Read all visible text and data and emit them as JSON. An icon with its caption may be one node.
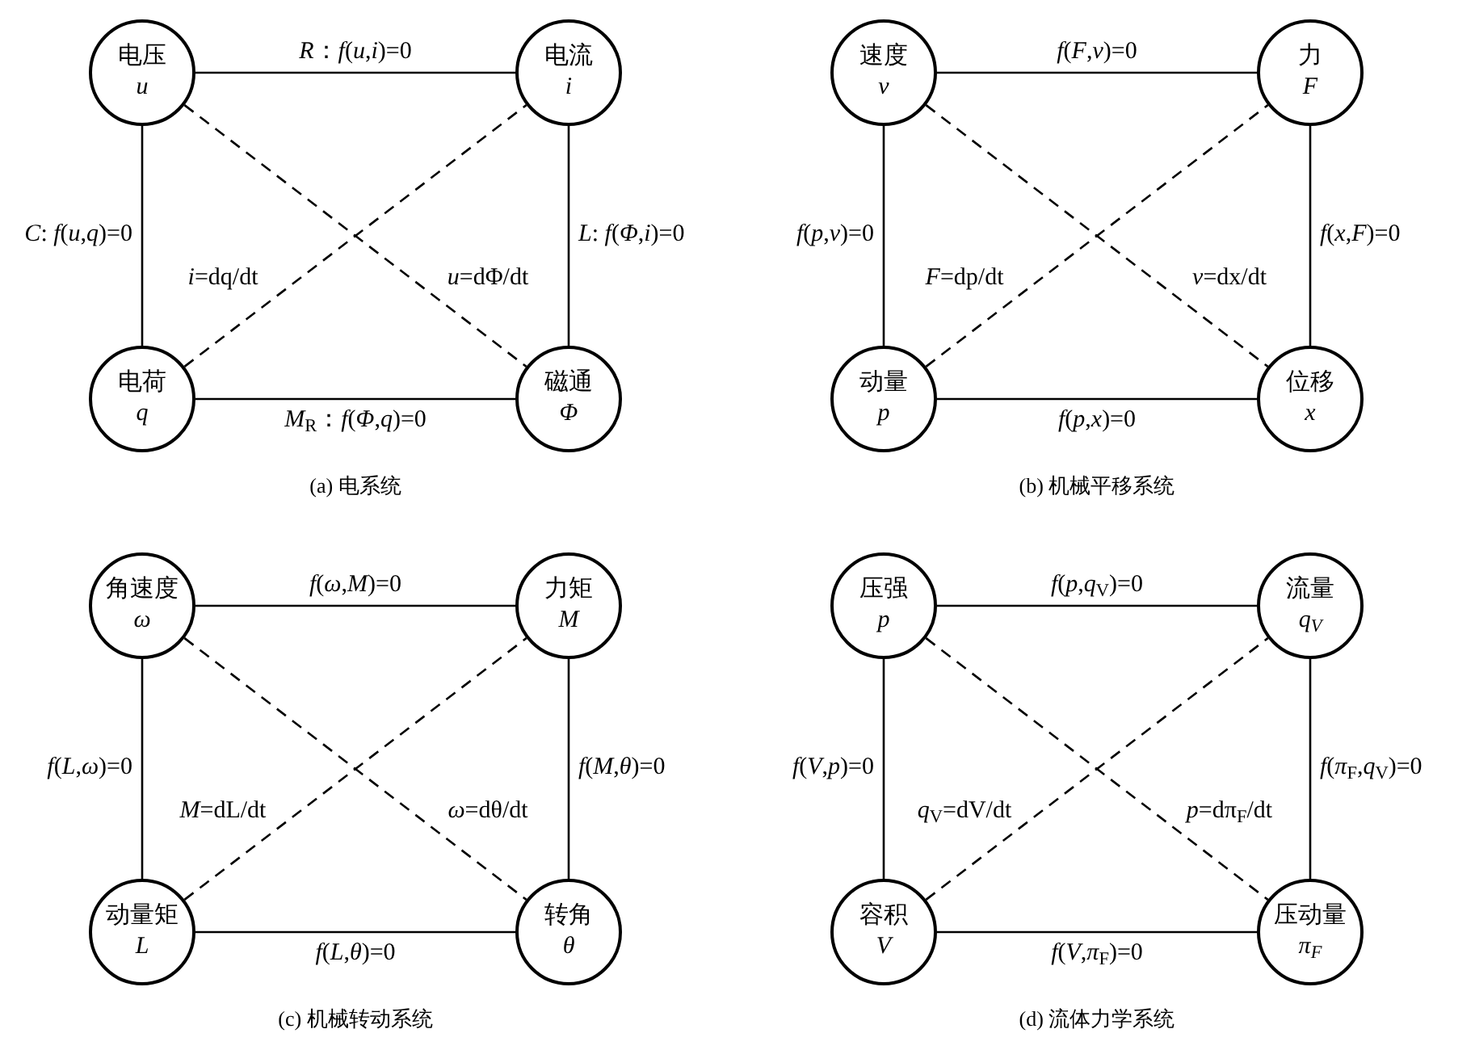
{
  "diagram": {
    "nodes": [
      {
        "text": [
          "电压",
          "u"
        ]
      },
      {
        "text": [
          "电流",
          "i"
        ]
      },
      {
        "text": [
          "电荷",
          "q"
        ]
      },
      {
        "text": [
          "磁通",
          "Φ"
        ]
      },
      {
        "text": [
          "速度",
          "v"
        ]
      },
      {
        "text": [
          "力",
          "F"
        ]
      },
      {
        "text": [
          "动量",
          "p"
        ]
      },
      {
        "text": [
          "位移",
          "x"
        ]
      },
      {
        "text": [
          "角速度",
          "ω"
        ]
      },
      {
        "text": [
          "力矩",
          "M"
        ]
      },
      {
        "text": [
          "动量矩",
          "L"
        ]
      },
      {
        "text": [
          "转角",
          "θ"
        ]
      },
      {
        "text": [
          "压强",
          "p"
        ]
      },
      {
        "text": [
          "流量",
          "q$_{V}$"
        ]
      },
      {
        "text": [
          "容积",
          "V"
        ]
      },
      {
        "text": [
          "压动量",
          "π$_{F}$"
        ]
      }
    ],
    "edges": [
      {
        "from": 0,
        "to": 1,
        "arrow": "none",
        "label": "*R*：*f*(*u*,*i*)=0"
      },
      {
        "from": 0,
        "to": 2,
        "arrow": "none",
        "label": "*C*: *f*(*u*,*q*)=0"
      },
      {
        "from": 1,
        "to": 3,
        "arrow": "none",
        "label": "*L*: *f*(*Φ*,*i*)=0"
      },
      {
        "from": 2,
        "to": 3,
        "arrow": "none",
        "label": "*M*$_{R}$：*f*(*Φ*,*q*)=0"
      },
      {
        "from": 2,
        "to": 1,
        "arrow": "none",
        "style": "dashed",
        "label": "*i*=dq/dt"
      },
      {
        "from": 0,
        "to": 3,
        "arrow": "none",
        "style": "dashed",
        "label": "*u*=dΦ/dt"
      },
      {
        "from": 4,
        "to": 5,
        "arrow": "none",
        "label": "*f*(*F*,*v*)=0"
      },
      {
        "from": 4,
        "to": 6,
        "arrow": "none",
        "label": "*f*(*p*,*v*)=0"
      },
      {
        "from": 5,
        "to": 7,
        "arrow": "none",
        "label": "*f*(*x*,*F*)=0"
      },
      {
        "from": 6,
        "to": 7,
        "arrow": "none",
        "label": "*f*(*p*,*x*)=0"
      },
      {
        "from": 6,
        "to": 5,
        "arrow": "none",
        "style": "dashed",
        "label": "*F*=dp/dt"
      },
      {
        "from": 4,
        "to": 7,
        "arrow": "none",
        "style": "dashed",
        "label": "*v*=dx/dt"
      },
      {
        "from": 8,
        "to": 9,
        "arrow": "none",
        "label": "*f*(*ω*,*M*)=0"
      },
      {
        "from": 8,
        "to": 10,
        "arrow": "none",
        "label": "*f*(*L*,*ω*)=0"
      },
      {
        "from": 9,
        "to": 11,
        "arrow": "none",
        "label": "*f*(*M*,*θ*)=0"
      },
      {
        "from": 10,
        "to": 11,
        "arrow": "none",
        "label": "*f*(*L*,*θ*)=0"
      },
      {
        "from": 10,
        "to": 9,
        "arrow": "none",
        "style": "dashed",
        "label": "*M*=dL/dt"
      },
      {
        "from": 8,
        "to": 11,
        "arrow": "none",
        "style": "dashed",
        "label": "*ω*=dθ/dt"
      },
      {
        "from": 12,
        "to": 13,
        "arrow": "none",
        "label": "*f*(*p*,*q*$_{V}$)=0"
      },
      {
        "from": 12,
        "to": 14,
        "arrow": "none",
        "label": "*f*(*V*,*p*)=0"
      },
      {
        "from": 13,
        "to": 15,
        "arrow": "none",
        "label": "*f*(*π*$_{F}$,*q*$_{V}$)=0"
      },
      {
        "from": 14,
        "to": 15,
        "arrow": "none",
        "label": "*f*(*V*,*π*$_{F}$)=0"
      },
      {
        "from": 14,
        "to": 13,
        "arrow": "none",
        "style": "dashed",
        "label": "*q*$_{V}$=dV/dt"
      },
      {
        "from": 12,
        "to": 15,
        "arrow": "none",
        "style": "dashed",
        "label": "*p*=dπ$_{F}$/dt"
      }
    ],
    "labels": [
      "(a) 电系统",
      "(b) 机械平移系统",
      "(c) 机械转动系统",
      "(d) 流体力学系统"
    ]
  }
}
